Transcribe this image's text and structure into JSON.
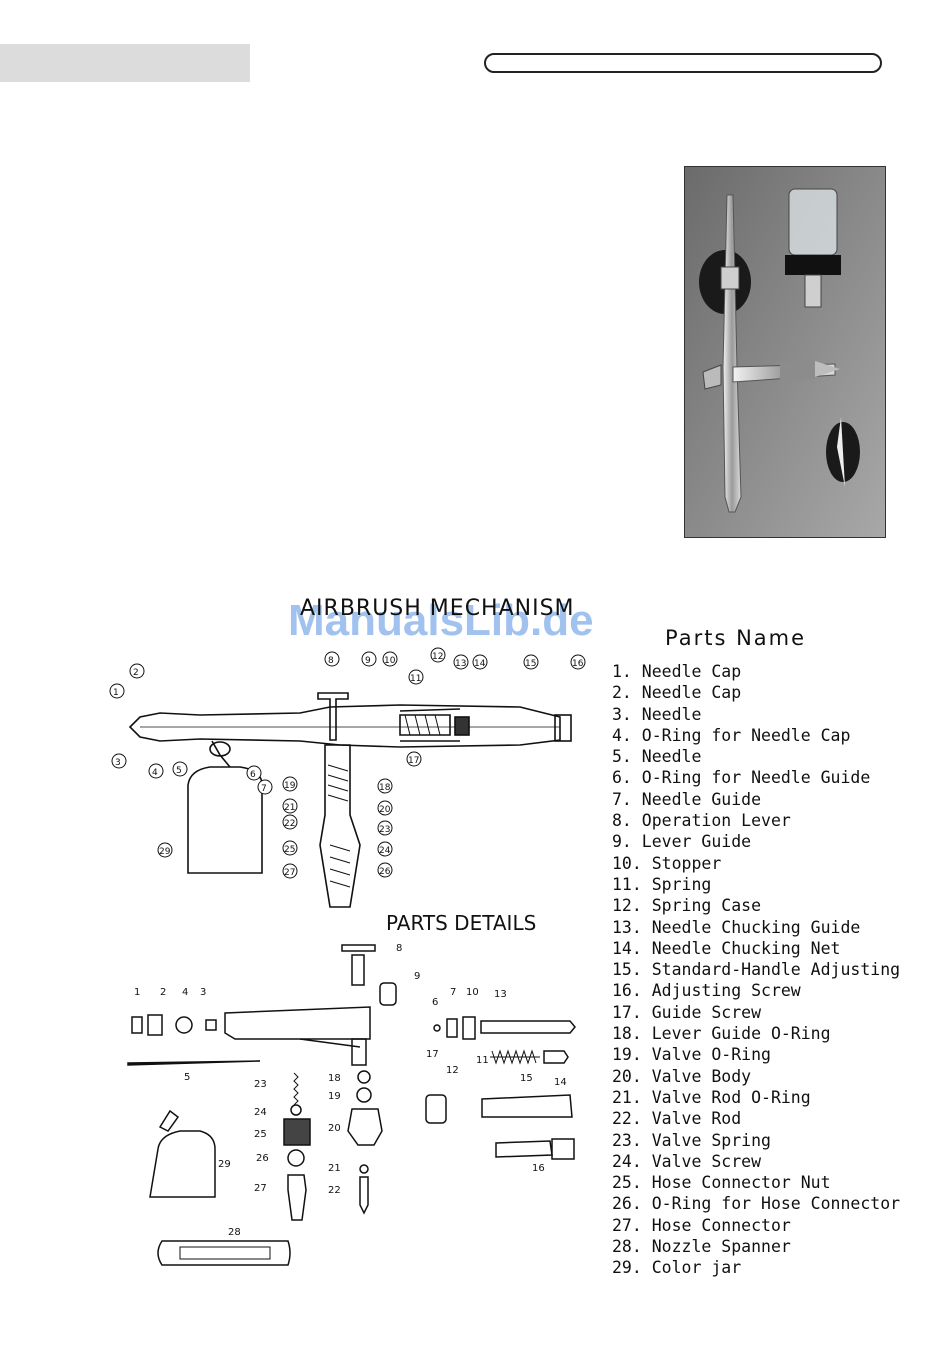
{
  "mechanism_title": "AIRBRUSH MECHANISM",
  "watermark": "ManualsLib.de",
  "parts_heading": "Parts Name",
  "parts_details_title": "PARTS DETAILS",
  "parts": [
    "1. Needle Cap",
    "2. Needle Cap",
    "3. Needle",
    "4. O-Ring for Needle Cap",
    "5. Needle",
    "6. O-Ring for Needle Guide",
    "7. Needle Guide",
    "8. Operation Lever",
    "9. Lever Guide",
    "10. Stopper",
    "11. Spring",
    "12. Spring Case",
    "13. Needle Chucking Guide",
    "14. Needle Chucking Net",
    "15. Standard-Handle Adjusting",
    "16. Adjusting Screw",
    "17. Guide Screw",
    "18. Lever Guide O-Ring",
    "19. Valve O-Ring",
    "20. Valve Body",
    "21. Valve Rod O-Ring",
    "22. Valve Rod",
    "23. Valve Spring",
    "24. Valve Screw",
    "25. Hose Connector Nut",
    "26. O-Ring for Hose Connector",
    "27. Hose Connector",
    "28. Nozzle Spanner",
    "29. Color jar"
  ],
  "callouts_mechanism": [
    "1",
    "2",
    "3",
    "4",
    "5",
    "6",
    "7",
    "8",
    "9",
    "10",
    "11",
    "12",
    "13",
    "14",
    "15",
    "16",
    "17",
    "18",
    "19",
    "20",
    "21",
    "22",
    "23",
    "24",
    "25",
    "26",
    "27",
    "29"
  ],
  "callouts_details": [
    "1",
    "2",
    "4",
    "3",
    "5",
    "6",
    "7",
    "8",
    "9",
    "10",
    "11",
    "12",
    "13",
    "14",
    "15",
    "16",
    "17",
    "18",
    "19",
    "20",
    "21",
    "22",
    "23",
    "24",
    "25",
    "26",
    "27",
    "28",
    "29"
  ]
}
